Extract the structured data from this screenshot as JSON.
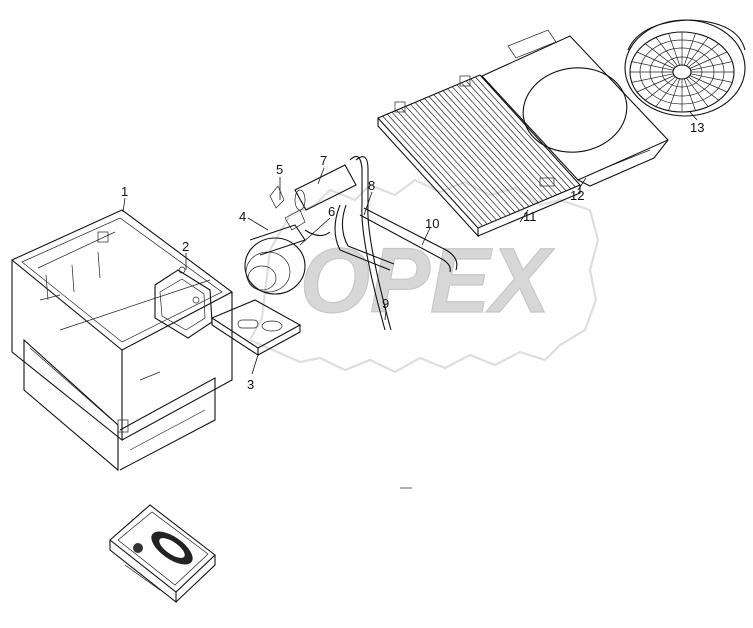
{
  "watermark": {
    "text": "OPEX",
    "color": "#b8b8b8"
  },
  "callouts": [
    {
      "id": "1",
      "label": "1"
    },
    {
      "id": "2",
      "label": "2"
    },
    {
      "id": "3",
      "label": "3"
    },
    {
      "id": "4",
      "label": "4"
    },
    {
      "id": "5",
      "label": "5"
    },
    {
      "id": "6",
      "label": "6"
    },
    {
      "id": "7",
      "label": "7"
    },
    {
      "id": "8",
      "label": "8"
    },
    {
      "id": "9",
      "label": "9"
    },
    {
      "id": "10",
      "label": "10"
    },
    {
      "id": "11",
      "label": "11"
    },
    {
      "id": "12",
      "label": "12"
    },
    {
      "id": "13",
      "label": "13"
    }
  ],
  "parts": {
    "frame": "frame",
    "bracket": "bracket",
    "mounting_plate": "mounting-plate",
    "compressor": "compressor",
    "receiver_drier": "receiver-drier",
    "hoses": "hoses",
    "condenser": "condenser",
    "shroud": "fan-shroud",
    "fan": "fan"
  }
}
